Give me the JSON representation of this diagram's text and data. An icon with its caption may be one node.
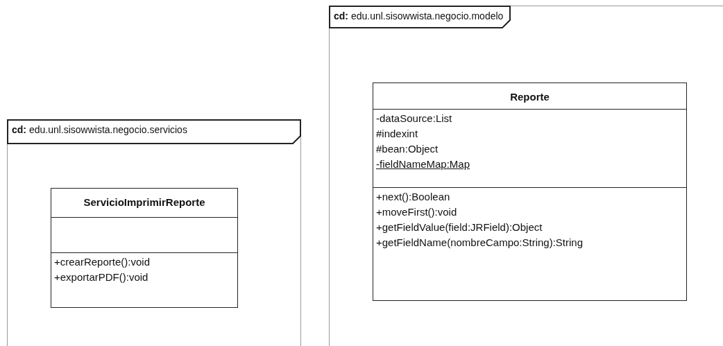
{
  "diagram": {
    "nodes": [
      {
        "text": [
          "**cd:** edu.unl.sisowwista.negocio.servicios"
        ]
      },
      {
        "text": [
          "ServicioImprimirReporte",
          "+crearReporte():void",
          "+exportarPDF():void"
        ],
        "in": 0
      },
      {
        "text": [
          "**cd:** edu.unl.sisowwista.negocio.modelo"
        ]
      },
      {
        "text": [
          "Reporte",
          "-dataSource:List",
          "#indexint",
          "#bean:Object",
          "-fieldNameMap:Map",
          "+next():Boolean",
          "+moveFirst():void",
          "+getFieldValue(field:JRField):Object",
          "+getFieldName(nombreCampo:String):String"
        ],
        "in": 2
      }
    ]
  }
}
